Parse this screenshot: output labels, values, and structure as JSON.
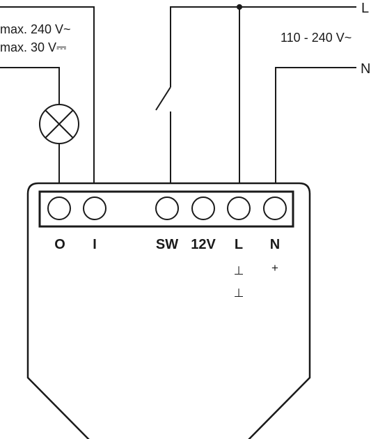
{
  "load_ratings": [
    "max. 240 V~",
    "max. 30 V⎓"
  ],
  "supply_voltage": "110 - 240 V~",
  "line_labels": {
    "live": "L",
    "neutral": "N"
  },
  "terminals": [
    "O",
    "I",
    "SW",
    "12V",
    "L",
    "N"
  ],
  "dc_polarity": {
    "ground_1": "⊥",
    "ground_2": "⊥",
    "plus": "+"
  },
  "colors": {
    "stroke": "#1a1a1a",
    "background": "#ffffff"
  },
  "icons": [
    "lamp-icon",
    "switch-icon",
    "junction-dot-icon"
  ]
}
